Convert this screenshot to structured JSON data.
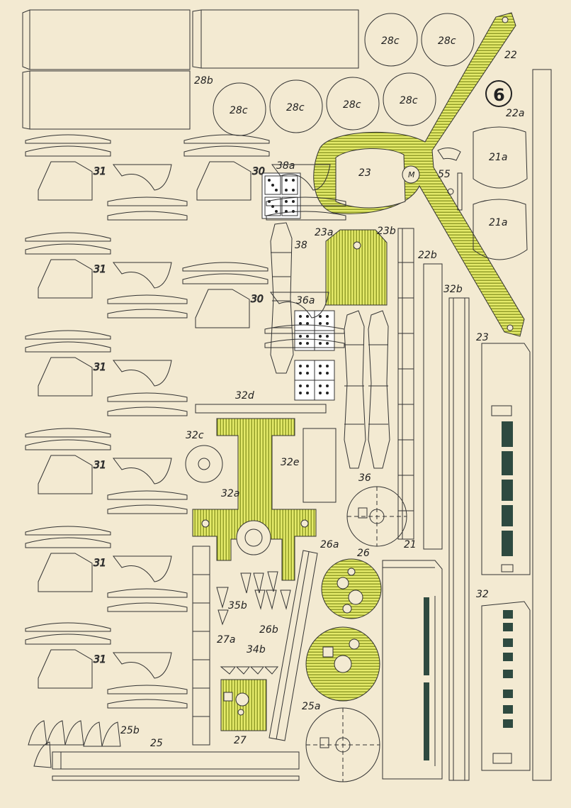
{
  "sheet": {
    "page_number": "6",
    "colors": {
      "paper": "#f3ead2",
      "ink": "#333333",
      "fill": "#e4ea6a",
      "stripe": "#7e8a18",
      "window": "#2e4a40"
    }
  },
  "labels": {
    "l28b": "28b",
    "l28c": "28c",
    "l22": "22",
    "l22a": "22a",
    "l21a": "21a",
    "l23": "23",
    "l55": "55",
    "l38a": "38a",
    "l38": "38",
    "l23a": "23a",
    "l23b": "23b",
    "l22b": "22b",
    "l32b": "32b",
    "l36a": "36a",
    "l36": "36",
    "l31": "31",
    "l30": "30",
    "l32d": "32d",
    "l32c": "32c",
    "l32e": "32e",
    "l32a": "32a",
    "l26a": "26a",
    "l26": "26",
    "l21": "21",
    "l32": "32",
    "l35b": "35b",
    "l26b": "26b",
    "l27a": "27a",
    "l34b": "34b",
    "l27": "27",
    "l25a": "25a",
    "l25b": "25b",
    "l25": "25",
    "motor_mark": "M"
  }
}
